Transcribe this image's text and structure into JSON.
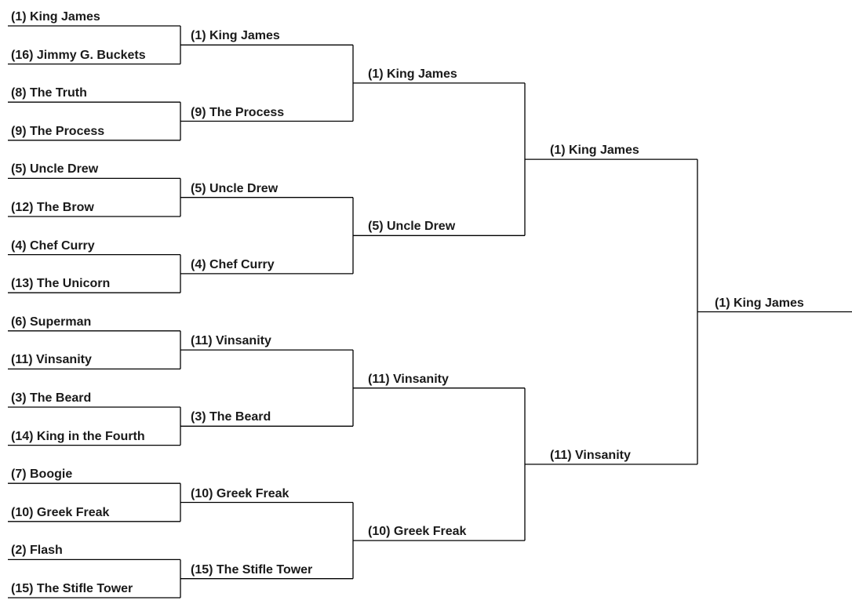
{
  "rounds": [
    {
      "name": "round-1",
      "entries": [
        "(1) King James",
        "(16) Jimmy G. Buckets",
        "(8) The Truth",
        "(9) The Process",
        "(5) Uncle Drew",
        "(12) The Brow",
        "(4) Chef Curry",
        "(13) The Unicorn",
        "(6) Superman",
        "(11) Vinsanity",
        "(3) The Beard",
        "(14) King in the Fourth",
        "(7) Boogie",
        "(10) Greek Freak",
        "(2) Flash",
        "(15) The Stifle Tower"
      ]
    },
    {
      "name": "round-2",
      "entries": [
        "(1) King James",
        "(9) The Process",
        "(5) Uncle Drew",
        "(4) Chef Curry",
        "(11) Vinsanity",
        "(3) The Beard",
        "(10) Greek Freak",
        "(15) The Stifle Tower"
      ]
    },
    {
      "name": "round-3",
      "entries": [
        "(1) King James",
        "(5) Uncle Drew",
        "(11) Vinsanity",
        "(10) Greek Freak"
      ]
    },
    {
      "name": "round-4",
      "entries": [
        "(1) King James",
        "(11) Vinsanity"
      ]
    },
    {
      "name": "champion",
      "entries": [
        "(1) King James"
      ]
    }
  ]
}
